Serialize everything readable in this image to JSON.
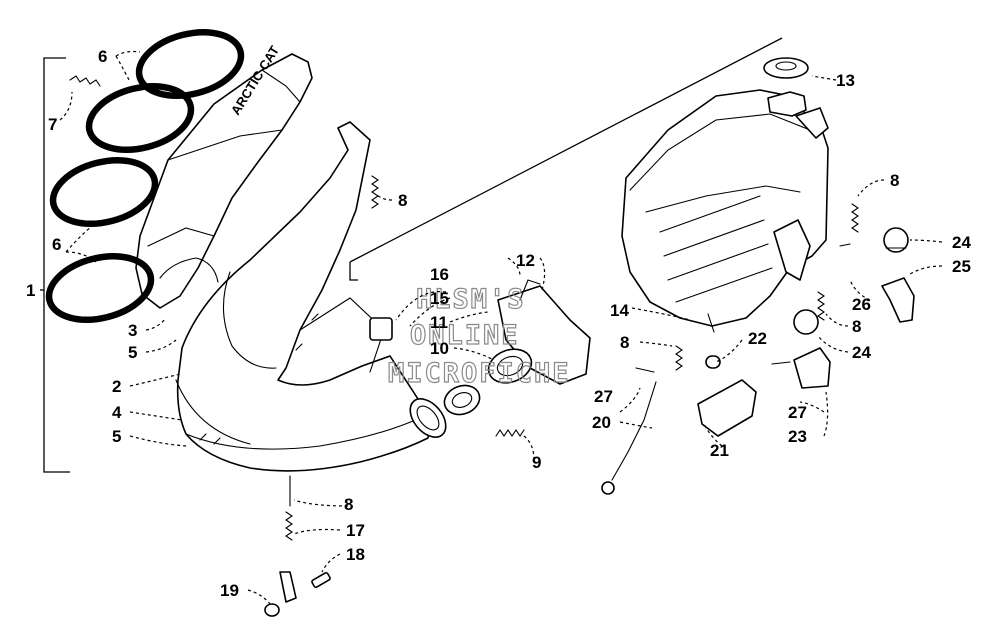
{
  "watermark": [
    "HLSM'S",
    "ONLINE",
    "MICROFICHE"
  ],
  "callouts": {
    "c1": "1",
    "c2": "2",
    "c3": "3",
    "c4": "4",
    "c5a": "5",
    "c5b": "5",
    "c6a": "6",
    "c6b": "6",
    "c7": "7",
    "c8a": "8",
    "c8b": "8",
    "c8c": "8",
    "c8d": "8",
    "c8e": "8",
    "c9": "9",
    "c10": "10",
    "c11": "11",
    "c12": "12",
    "c13": "13",
    "c14": "14",
    "c15": "15",
    "c16": "16",
    "c17": "17",
    "c18": "18",
    "c19": "19",
    "c20": "20",
    "c21": "21",
    "c22": "22",
    "c23": "23",
    "c24a": "24",
    "c24b": "24",
    "c25": "25",
    "c26": "26",
    "c27a": "27",
    "c27b": "27"
  },
  "decal_text": "ARCTIC CAT"
}
